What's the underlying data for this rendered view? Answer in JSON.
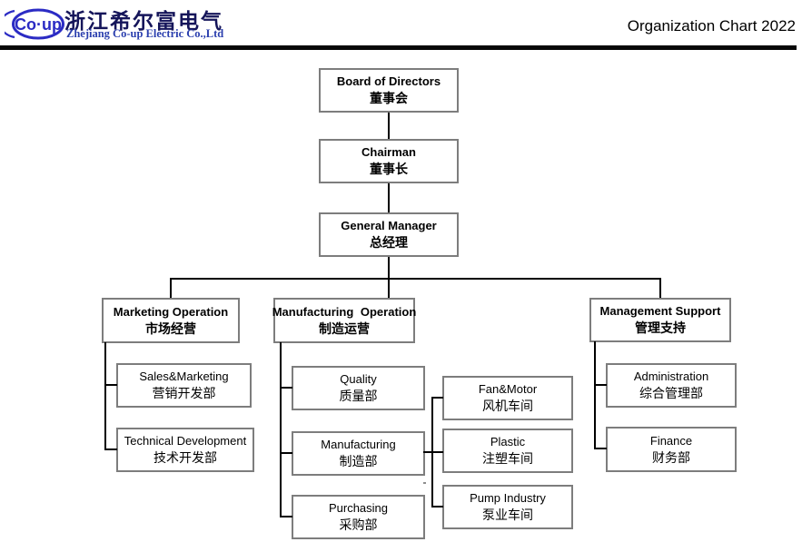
{
  "header": {
    "logo": {
      "mark": "Co·up",
      "company_cn": "浙江希尔富电气",
      "company_en": "Zhejiang Co-up Electric Co.,Ltd"
    },
    "title": "Organization Chart 2022"
  },
  "colors": {
    "logo_blue": "#2b2bc4",
    "company_name_navy": "#15155a",
    "tagline_blue": "#2b3fae",
    "box_border_gray": "#7d7d7d",
    "connector_black": "#000000",
    "rule_black": "#070707"
  },
  "org": {
    "board": {
      "en": "Board of Directors",
      "cn": "董事会"
    },
    "chairman": {
      "en": "Chairman",
      "cn": "董事长"
    },
    "general_manager": {
      "en": "General Manager",
      "cn": "总经理"
    },
    "marketing_operation": {
      "en": "Marketing Operation",
      "cn": "市场经营"
    },
    "manufacturing_operation": {
      "en": "Manufacturing Operation",
      "cn": "制造运营"
    },
    "management_support": {
      "en": "Management Support",
      "cn": "管理支持"
    },
    "sales_marketing": {
      "en": "Sales&Marketing",
      "cn": "营销开发部"
    },
    "technical_development": {
      "en": "Technical Development",
      "cn": "技术开发部"
    },
    "quality": {
      "en": "Quality",
      "cn": "质量部"
    },
    "manufacturing_dept": {
      "en": "Manufacturing",
      "cn": "制造部"
    },
    "purchasing": {
      "en": "Purchasing",
      "cn": "采购部"
    },
    "fan_motor": {
      "en": "Fan&Motor",
      "cn": "风机车间"
    },
    "plastic": {
      "en": "Plastic",
      "cn": "注塑车间"
    },
    "pump_industry": {
      "en": "Pump Industry",
      "cn": "泵业车间"
    },
    "administration": {
      "en": "Administration",
      "cn": "综合管理部"
    },
    "finance": {
      "en": "Finance",
      "cn": "财务部"
    }
  }
}
